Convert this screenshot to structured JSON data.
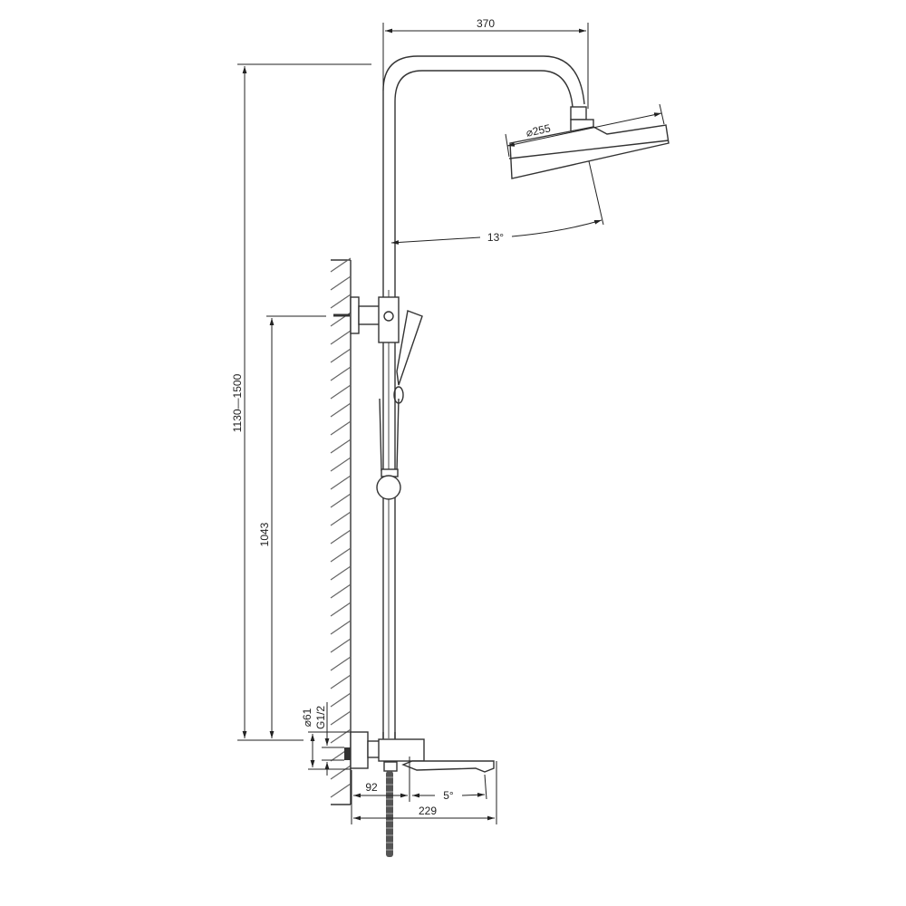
{
  "drawing": {
    "type": "technical-dimension-drawing",
    "subject": "wall-mounted shower column with overhead shower head, hand shower and bath spout mixer",
    "line_color": "#333333",
    "background": "#ffffff"
  },
  "dimensions": {
    "arm_reach": "370",
    "head_diameter": "⌀255",
    "head_tilt_angle": "13°",
    "total_height": "1130—1500",
    "bracket_height": "1043",
    "flange_diameter": "⌀61",
    "inlet_thread": "G1/2",
    "wall_to_mixer": "92",
    "spout_angle": "5°",
    "spout_reach": "229"
  }
}
